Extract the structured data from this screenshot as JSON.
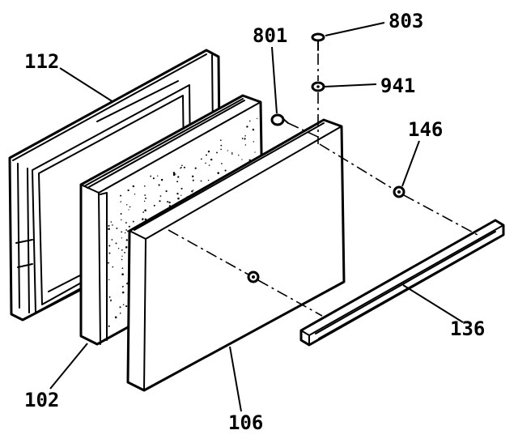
{
  "diagram": {
    "callouts": {
      "c112": "112",
      "c102": "102",
      "c106": "106",
      "c801": "801",
      "c803": "803",
      "c941": "941",
      "c146": "146",
      "c136": "136"
    }
  },
  "colors": {
    "ink": "#000000",
    "paper": "#ffffff"
  }
}
